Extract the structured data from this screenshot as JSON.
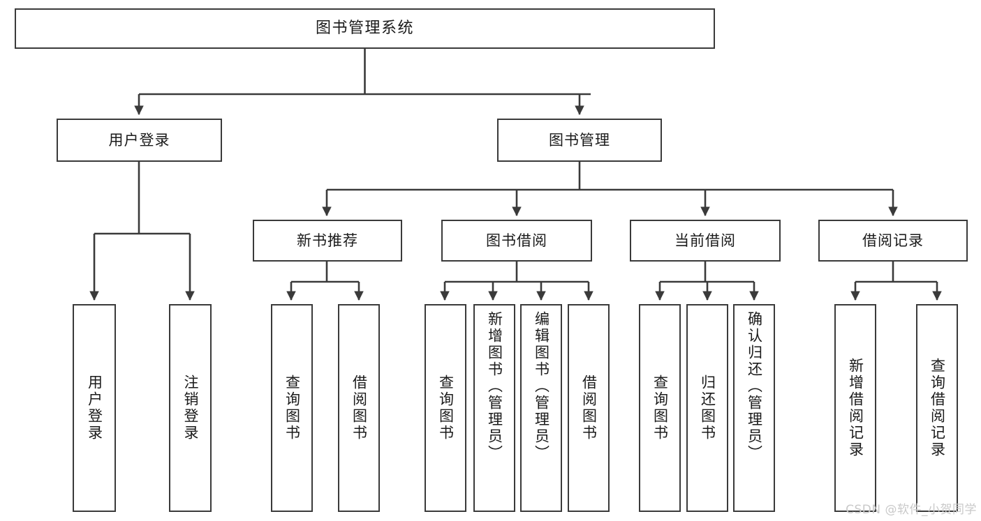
{
  "diagram": {
    "title": "图书管理系统",
    "type": "tree-hierarchy",
    "root": {
      "label": "图书管理系统"
    },
    "level1": [
      {
        "label": "用户登录"
      },
      {
        "label": "图书管理"
      }
    ],
    "level2": [
      {
        "label": "新书推荐"
      },
      {
        "label": "图书借阅"
      },
      {
        "label": "当前借阅"
      },
      {
        "label": "借阅记录"
      }
    ],
    "leaves": {
      "user_login": [
        {
          "label": "用户登录"
        },
        {
          "label": "注销登录"
        }
      ],
      "new_book_recommend": [
        {
          "label": "查询图书"
        },
        {
          "label": "借阅图书"
        }
      ],
      "book_borrow": [
        {
          "label": "查询图书"
        },
        {
          "label": "新增图书（管理员）"
        },
        {
          "label": "编辑图书（管理员）"
        },
        {
          "label": "借阅图书"
        }
      ],
      "current_borrow": [
        {
          "label": "查询图书"
        },
        {
          "label": "归还图书"
        },
        {
          "label": "确认归还（管理员）"
        }
      ],
      "borrow_records": [
        {
          "label": "新增借阅记录"
        },
        {
          "label": "查询借阅记录"
        }
      ]
    }
  },
  "watermark": {
    "text": "CSDN @软件_小贺同学"
  },
  "colors": {
    "stroke": "#3a3a3a",
    "fill": "#ffffff",
    "text": "#1a1a1a",
    "watermark": "#c9c9c9"
  }
}
